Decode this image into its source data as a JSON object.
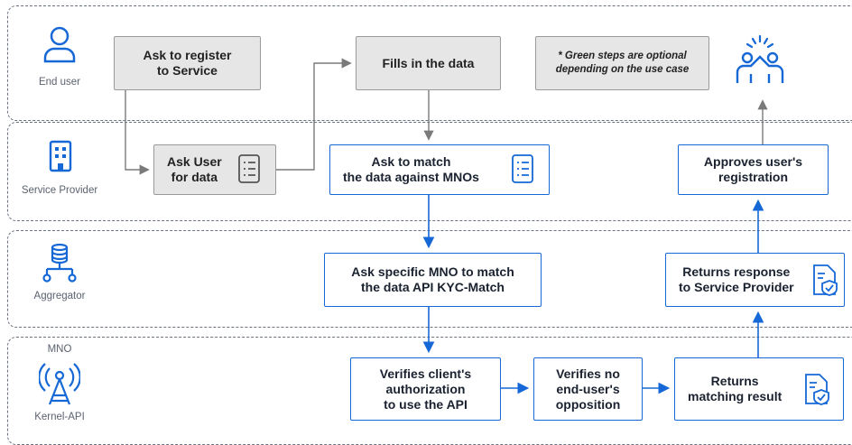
{
  "lanes": [
    {
      "label": "End user",
      "icon": "user-icon"
    },
    {
      "label": "Service Provider",
      "icon": "building-icon"
    },
    {
      "label": "Aggregator",
      "icon": "database-network-icon"
    },
    {
      "label_top": "MNO",
      "label": "Kernel-API",
      "icon": "antenna-icon"
    }
  ],
  "steps": {
    "ask_register": "Ask to register\nto Service",
    "fills_data": "Fills in the data",
    "note": "* Green steps are optional\ndepending on the use case",
    "ask_user": "Ask User\nfor data",
    "ask_match": "Ask to match\nthe data against MNOs",
    "approves": "Approves user's\nregistration",
    "ask_specific": "Ask specific MNO to match\nthe data API KYC-Match",
    "returns_response": "Returns response\nto Service Provider",
    "verifies_auth": "Verifies client's\nauthorization\nto use the API",
    "verifies_no": "Verifies no\nend-user's\nopposition",
    "returns_matching": "Returns\nmatching result"
  },
  "colors": {
    "accent_blue": "#1668d6",
    "grey_fill": "#e6e6e6",
    "grey_arrow": "#7a7a7a",
    "lane_border": "#6b7280"
  },
  "icons": {
    "end_icon": "people-celebration-icon",
    "doc": "document-icon"
  }
}
